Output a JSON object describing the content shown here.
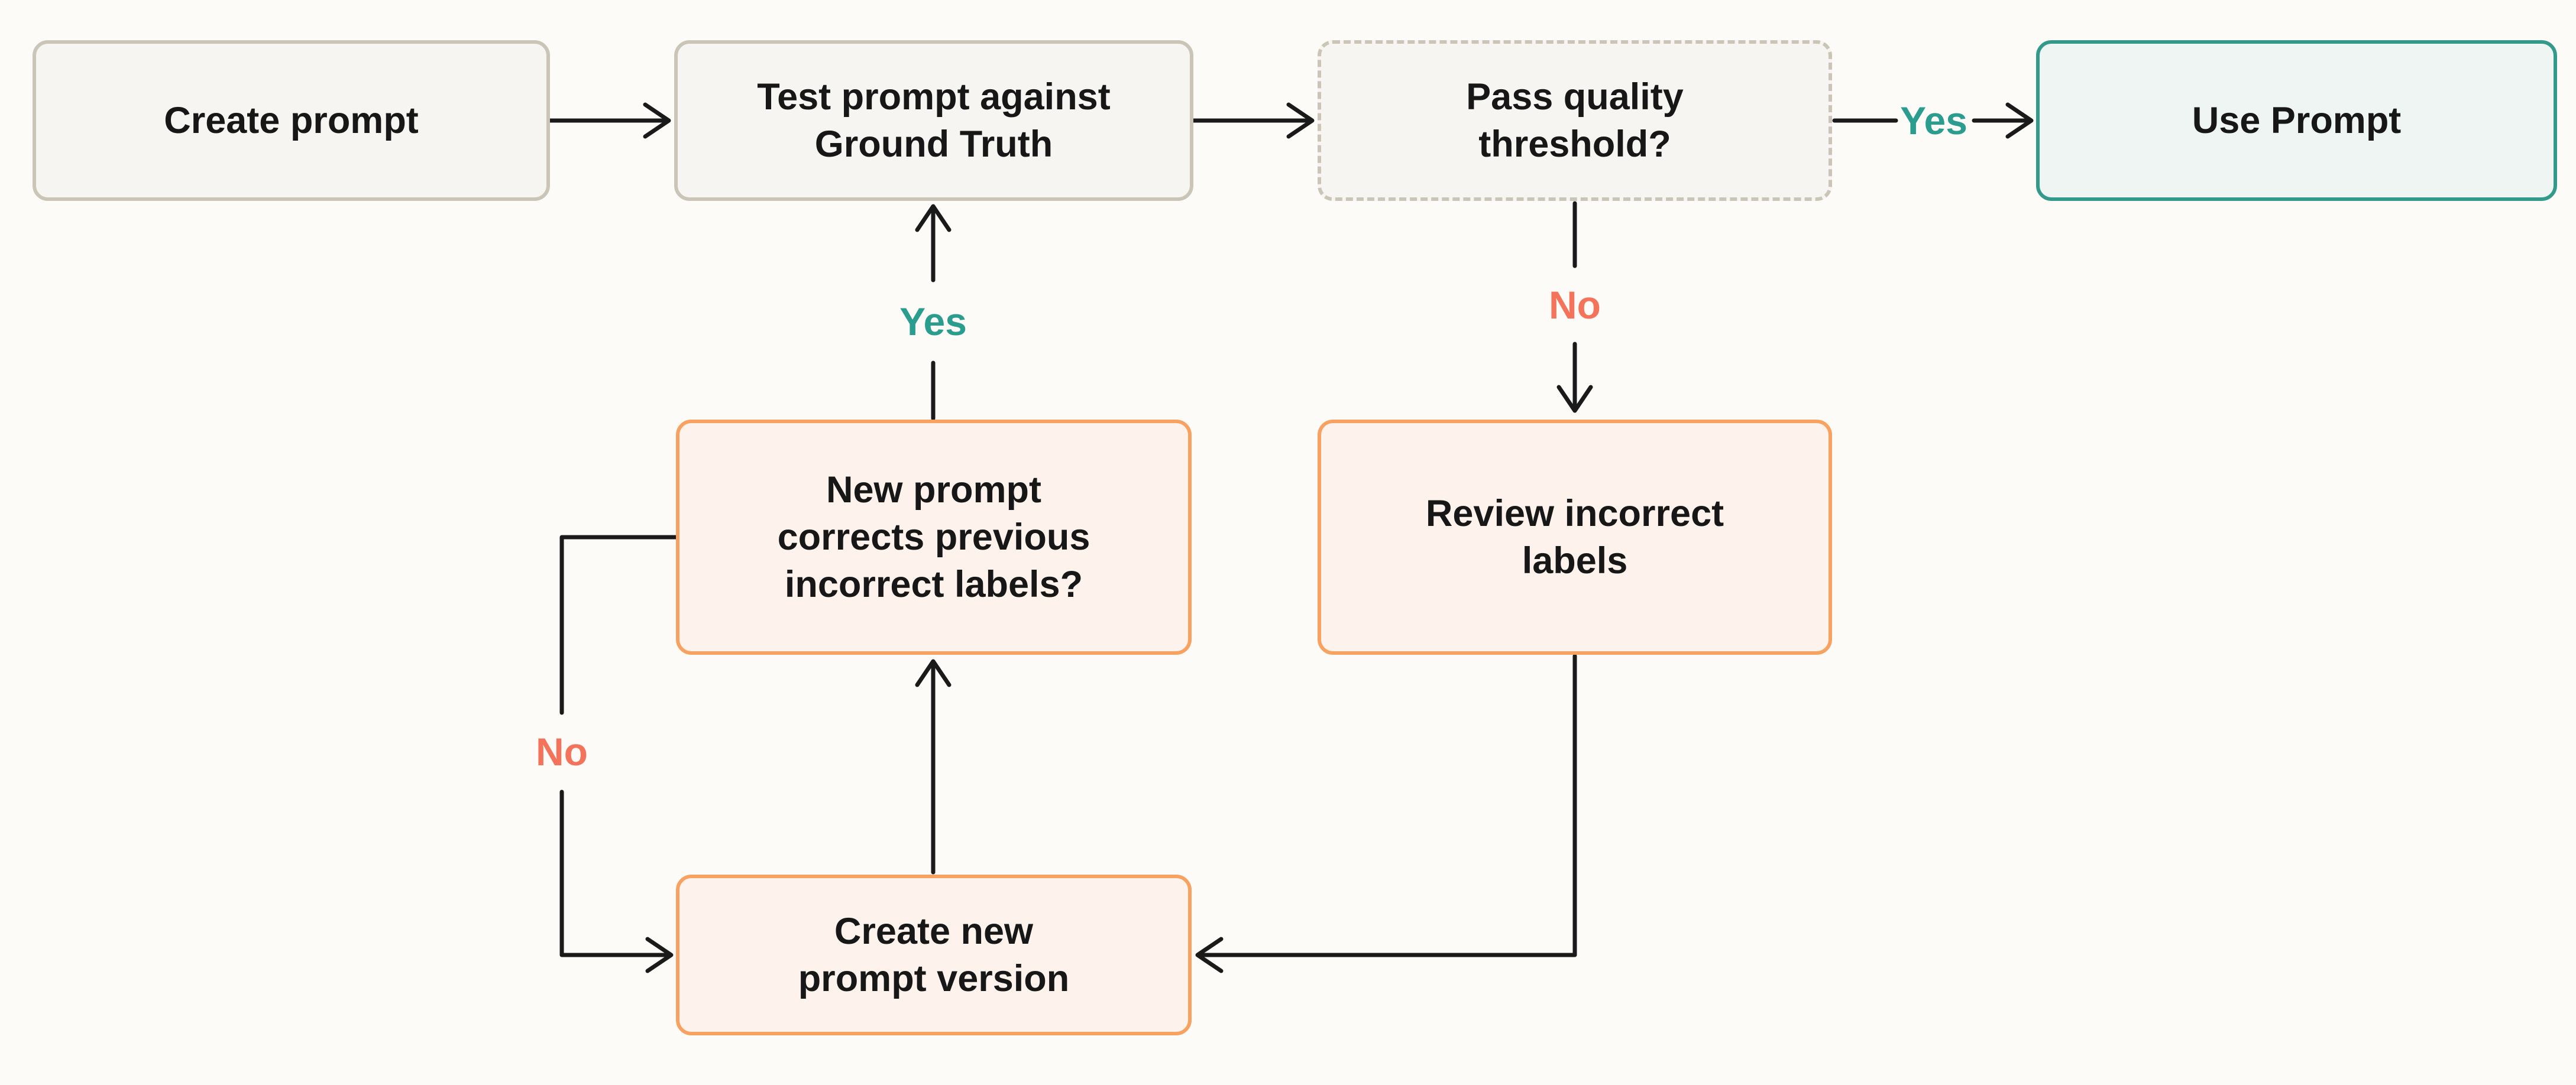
{
  "diagram": {
    "nodes": [
      {
        "id": "create-prompt",
        "label": "Create prompt",
        "style": "neutral"
      },
      {
        "id": "test-prompt",
        "label": "Test prompt against\nGround Truth",
        "style": "neutral"
      },
      {
        "id": "pass-threshold",
        "label": "Pass quality\nthreshold?",
        "style": "neutral-dashed"
      },
      {
        "id": "use-prompt",
        "label": "Use Prompt",
        "style": "teal"
      },
      {
        "id": "corrects-labels",
        "label": "New prompt\ncorrects previous\nincorrect labels?",
        "style": "orange"
      },
      {
        "id": "review-labels",
        "label": "Review incorrect\nlabels",
        "style": "orange"
      },
      {
        "id": "new-version",
        "label": "Create new\nprompt version",
        "style": "orange"
      }
    ],
    "edge_labels": [
      {
        "id": "yes-to-use-prompt",
        "text": "Yes",
        "color": "teal"
      },
      {
        "id": "no-to-review",
        "text": "No",
        "color": "coral"
      },
      {
        "id": "yes-retest",
        "text": "Yes",
        "color": "teal"
      },
      {
        "id": "no-new-version",
        "text": "No",
        "color": "coral"
      }
    ],
    "edges": [
      {
        "from": "create-prompt",
        "to": "test-prompt",
        "label": ""
      },
      {
        "from": "test-prompt",
        "to": "pass-threshold",
        "label": ""
      },
      {
        "from": "pass-threshold",
        "to": "use-prompt",
        "label": "Yes"
      },
      {
        "from": "pass-threshold",
        "to": "review-labels",
        "label": "No"
      },
      {
        "from": "review-labels",
        "to": "new-version",
        "label": ""
      },
      {
        "from": "new-version",
        "to": "corrects-labels",
        "label": ""
      },
      {
        "from": "corrects-labels",
        "to": "test-prompt",
        "label": "Yes"
      },
      {
        "from": "corrects-labels",
        "to": "new-version",
        "label": "No"
      }
    ]
  },
  "colors": {
    "background": "#fcfbf8",
    "line": "#1a1a1a",
    "text": "#171717",
    "node_neutral_fill": "#f6f5f2",
    "node_neutral_border": "#cbc5b7",
    "node_accent_fill": "#eef5f3",
    "node_accent_border": "#339a8b",
    "node_warn_fill": "#fdf3ec",
    "node_warn_border": "#f7a261",
    "label_yes": "#2a9d8f",
    "label_no": "#f4735b"
  }
}
